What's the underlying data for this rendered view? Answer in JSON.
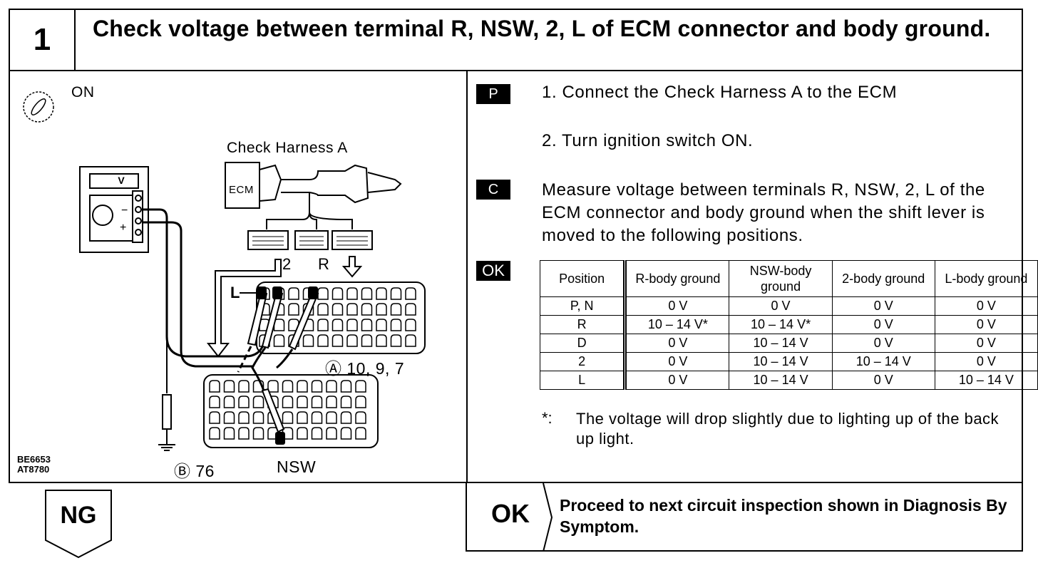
{
  "step": {
    "number": "1",
    "title": "Check voltage between terminal R, NSW, 2, L of ECM connector and body ground."
  },
  "diagram": {
    "switch_label": "ON",
    "harness_label": "Check Harness A",
    "ecm_label": "ECM",
    "meter_label": "V",
    "pin_l": "L",
    "pin_2": "2",
    "pin_r": "R",
    "connector_a": "Ⓐ 10, 9, 7",
    "connector_b": "Ⓑ 76",
    "nsw_label": "NSW",
    "code1": "BE6653",
    "code2": "AT8780"
  },
  "prep": {
    "badge": "P",
    "step1": "1.  Connect the Check Harness A to the ECM",
    "step2": "2.  Turn ignition switch ON."
  },
  "check": {
    "badge": "C",
    "text": "Measure voltage between terminals R, NSW, 2, L of the ECM connector and body ground when the shift lever is moved to the following positions."
  },
  "ok_badge": "OK",
  "table": {
    "headers": [
      "Position",
      "R-body ground",
      "NSW-body ground",
      "2-body ground",
      "L-body ground"
    ],
    "rows": [
      [
        "P, N",
        "0 V",
        "0 V",
        "0 V",
        "0 V"
      ],
      [
        "R",
        "10 – 14 V*",
        "10 – 14 V*",
        "0 V",
        "0 V"
      ],
      [
        "D",
        "0 V",
        "10 – 14 V",
        "0 V",
        "0 V"
      ],
      [
        "2",
        "0 V",
        "10 – 14 V",
        "10 – 14 V",
        "0 V"
      ],
      [
        "L",
        "0 V",
        "10 – 14 V",
        "0 V",
        "10 – 14 V"
      ]
    ]
  },
  "note": {
    "mark": "*:",
    "text": "The voltage will drop slightly due to lighting up of the back up light."
  },
  "ng_label": "NG",
  "ok_result": {
    "label": "OK",
    "text": "Proceed to next circuit inspection shown in Diagnosis By Symptom."
  }
}
